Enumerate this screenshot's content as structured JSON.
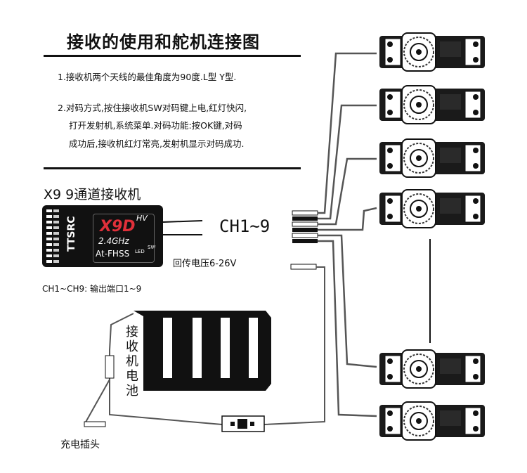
{
  "title": "接收的使用和舵机连接图",
  "notes": [
    "1.接收机两个天线的最佳角度为90度.L型 Y型.",
    "2.对码方式,按住接收机SW对码键上电,红灯快闪,",
    "打开发射机,系统菜单.对码功能:按OK键,对码",
    "成功后,接收机红灯常亮,发射机显示对码成功."
  ],
  "receiver": {
    "heading": "X9 9通道接收机",
    "brand": "TTSRC",
    "model": "X9D",
    "hv": "HV",
    "freq": "2.4GHz",
    "protocol": "At-FHSS",
    "led": "LED",
    "sw": "SW"
  },
  "channels_label": "CH1~9",
  "feedback_label": "回传电压6-26V",
  "ports_note": "CH1~CH9: 输出端口1~9",
  "battery_label": "接收机电池",
  "plug_label": "充电插头",
  "servo_count": 6
}
